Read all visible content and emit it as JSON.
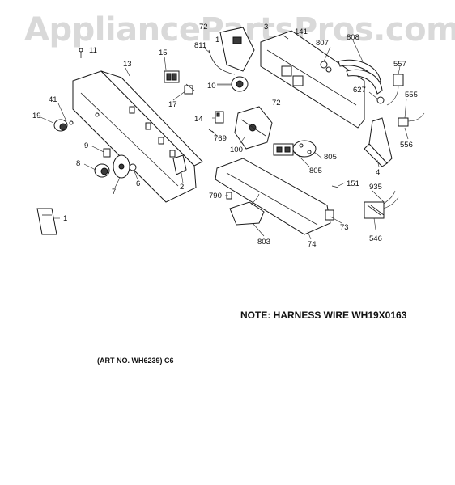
{
  "watermark": "AppliancePartsPros.com",
  "note": "NOTE: HARNESS WIRE WH19X0163",
  "art_no": "(ART NO. WH6239) C6",
  "callouts": {
    "c11": "11",
    "c13": "13",
    "c15": "15",
    "c41": "41",
    "c19": "19",
    "c17": "17",
    "c10": "10",
    "c811": "811",
    "c72a": "72",
    "c1a": "1",
    "c3": "3",
    "c141": "141",
    "c807": "807",
    "c808": "808",
    "c557": "557",
    "c627": "627",
    "c555": "555",
    "c556": "556",
    "c72b": "72",
    "c14": "14",
    "c769": "769",
    "c100": "100",
    "c805a": "805",
    "c805b": "805",
    "c4": "4",
    "c9": "9",
    "c8": "8",
    "c7": "7",
    "c6": "6",
    "c2": "2",
    "c151": "151",
    "c935": "935",
    "c790": "790",
    "c73": "73",
    "c546": "546",
    "c803": "803",
    "c74": "74",
    "c1b": "1"
  }
}
